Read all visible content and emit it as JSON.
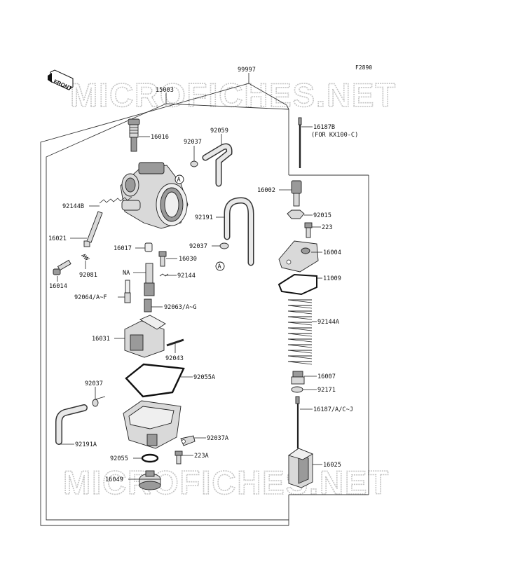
{
  "diagram_ref": "F2890",
  "watermark": "MICROFICHES.NET",
  "front_label": "FRONT",
  "callout_marker": "A",
  "labels": {
    "l99997": "99997",
    "l15003": "15003",
    "l16016": "16016",
    "l92037_top": "92037",
    "l92059": "92059",
    "l16187B": "16187B",
    "l16187B_note": "(FOR KX100-C)",
    "l92144B": "92144B",
    "l16002": "16002",
    "l92191": "92191",
    "l92015": "92015",
    "l223_top": "223",
    "l16021": "16021",
    "l16017": "16017",
    "l92037_mid": "92037",
    "l16004": "16004",
    "l16030": "16030",
    "l92081": "92081",
    "lNA": "NA",
    "l92144": "92144",
    "l11009": "11009",
    "l16014": "16014",
    "l92064": "92064/A~F",
    "l92063": "92063/A~G",
    "l92144A": "92144A",
    "l16031": "16031",
    "l92043": "92043",
    "l16007": "16007",
    "l92055A": "92055A",
    "l92037_low": "92037",
    "l92171": "92171",
    "l16187": "16187/A/C~J",
    "l92037A": "92037A",
    "l92191A": "92191A",
    "l223A": "223A",
    "l92055": "92055",
    "l16025": "16025",
    "l16049": "16049"
  }
}
